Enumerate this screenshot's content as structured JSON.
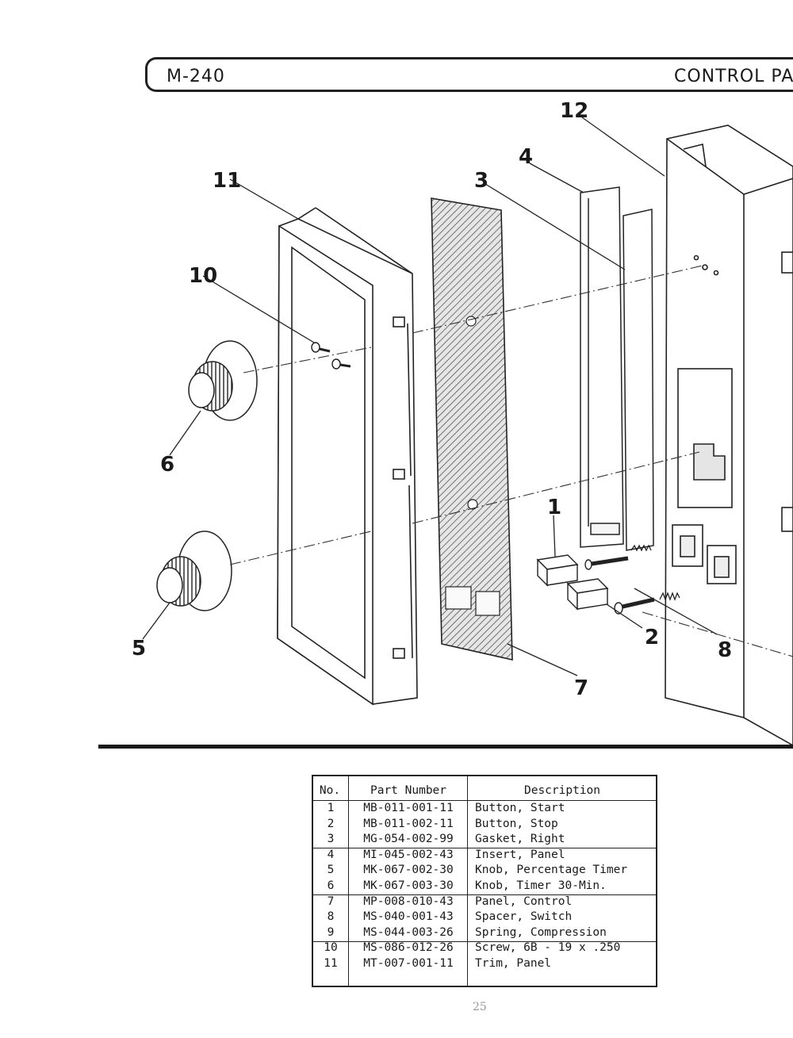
{
  "header": {
    "model": "M-240",
    "section": "CONTROL PANE"
  },
  "callouts": [
    "12",
    "4",
    "11",
    "3",
    "10",
    "6",
    "1",
    "5",
    "2",
    "8",
    "7"
  ],
  "parts_table": {
    "headers": [
      "No.",
      "Part Number",
      "Description"
    ],
    "rows": [
      {
        "no": "1",
        "part": "MB-011-001-11",
        "desc": "Button, Start"
      },
      {
        "no": "2",
        "part": "MB-011-002-11",
        "desc": "Button, Stop"
      },
      {
        "no": "3",
        "part": "MG-054-002-99",
        "desc": "Gasket, Right"
      },
      {
        "no": "4",
        "part": "MI-045-002-43",
        "desc": "Insert, Panel"
      },
      {
        "no": "5",
        "part": "MK-067-002-30",
        "desc": "Knob, Percentage Timer"
      },
      {
        "no": "6",
        "part": "MK-067-003-30",
        "desc": "Knob, Timer 30-Min."
      },
      {
        "no": "7",
        "part": "MP-008-010-43",
        "desc": "Panel, Control"
      },
      {
        "no": "8",
        "part": "MS-040-001-43",
        "desc": "Spacer, Switch"
      },
      {
        "no": "9",
        "part": "MS-044-003-26",
        "desc": "Spring, Compression"
      },
      {
        "no": "10",
        "part": "MS-086-012-26",
        "desc": "Screw, 6B - 19 x .250"
      },
      {
        "no": "11",
        "part": "MT-007-001-11",
        "desc": "Trim, Panel"
      }
    ]
  },
  "page_mark": "25"
}
